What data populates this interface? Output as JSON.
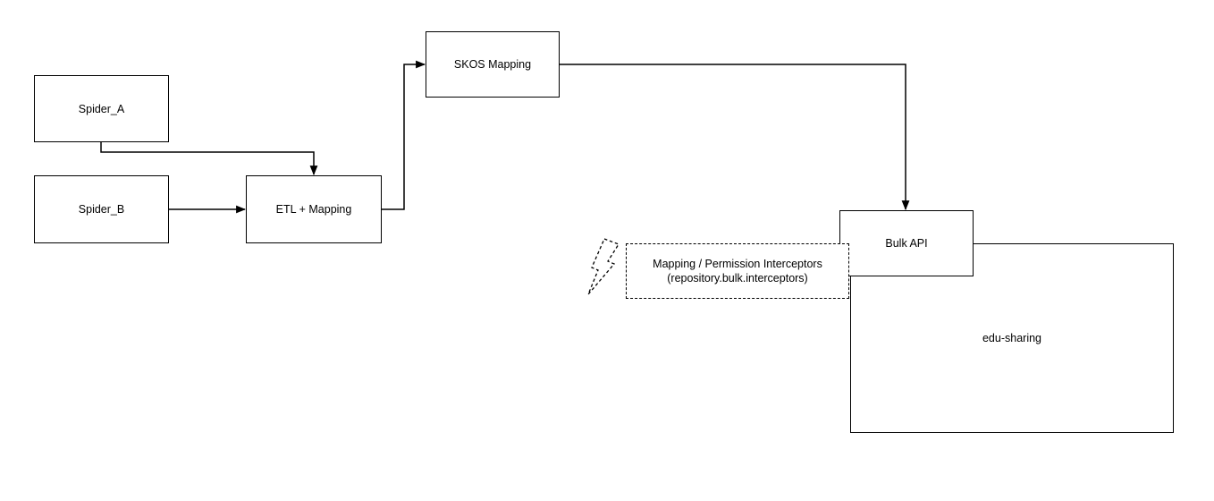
{
  "diagram": {
    "type": "flowchart",
    "colors": {
      "background": "#ffffff",
      "stroke": "#000000",
      "text": "#000000",
      "node_fill": "#ffffff"
    },
    "nodes": {
      "spider_a": {
        "label": "Spider_A"
      },
      "spider_b": {
        "label": "Spider_B"
      },
      "etl_mapping": {
        "label": "ETL + Mapping"
      },
      "skos_mapping": {
        "label": "SKOS Mapping"
      },
      "bulk_api": {
        "label": "Bulk API"
      },
      "interceptors": {
        "label_line1": "Mapping / Permission Interceptors",
        "label_line2": "(repository.bulk.interceptors)",
        "border_style": "dashed"
      },
      "edu_sharing": {
        "label": "edu-sharing"
      }
    },
    "edges": [
      {
        "from": "spider_a",
        "to": "etl_mapping",
        "arrow": "end"
      },
      {
        "from": "spider_b",
        "to": "etl_mapping",
        "arrow": "end"
      },
      {
        "from": "etl_mapping",
        "to": "skos_mapping",
        "arrow": "end"
      },
      {
        "from": "skos_mapping",
        "to": "bulk_api",
        "arrow": "end"
      }
    ],
    "containment": [
      {
        "parent": "edu_sharing",
        "child": "bulk_api"
      }
    ],
    "icons": {
      "lightning": {
        "name": "lightning-bolt-icon",
        "style": "dashed-outline"
      }
    }
  }
}
